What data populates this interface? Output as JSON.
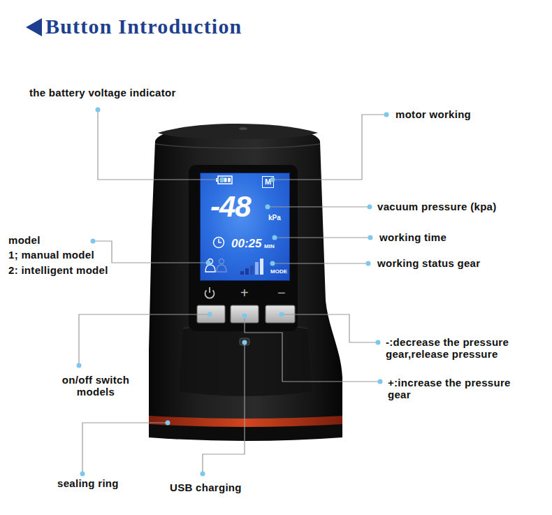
{
  "diagram": {
    "title": "Button Introduction",
    "nodes": [
      {
        "text": [
          "-48",
          "kPa",
          "00:25",
          "MIN",
          "MODE"
        ]
      },
      {
        "text": [
          "M"
        ],
        "in": 0
      }
    ],
    "labels": [
      "the battery voltage indicator",
      "motor working",
      "vacuum pressure (kpa)",
      "model",
      "1; manual model",
      "2: intelligent model",
      "working time",
      "working status gear",
      "on/off switch models",
      "-:decrease the pressure gear,release pressure",
      "+:increase the pressure gear",
      "sealing ring",
      "USB charging",
      "+",
      "−"
    ]
  }
}
